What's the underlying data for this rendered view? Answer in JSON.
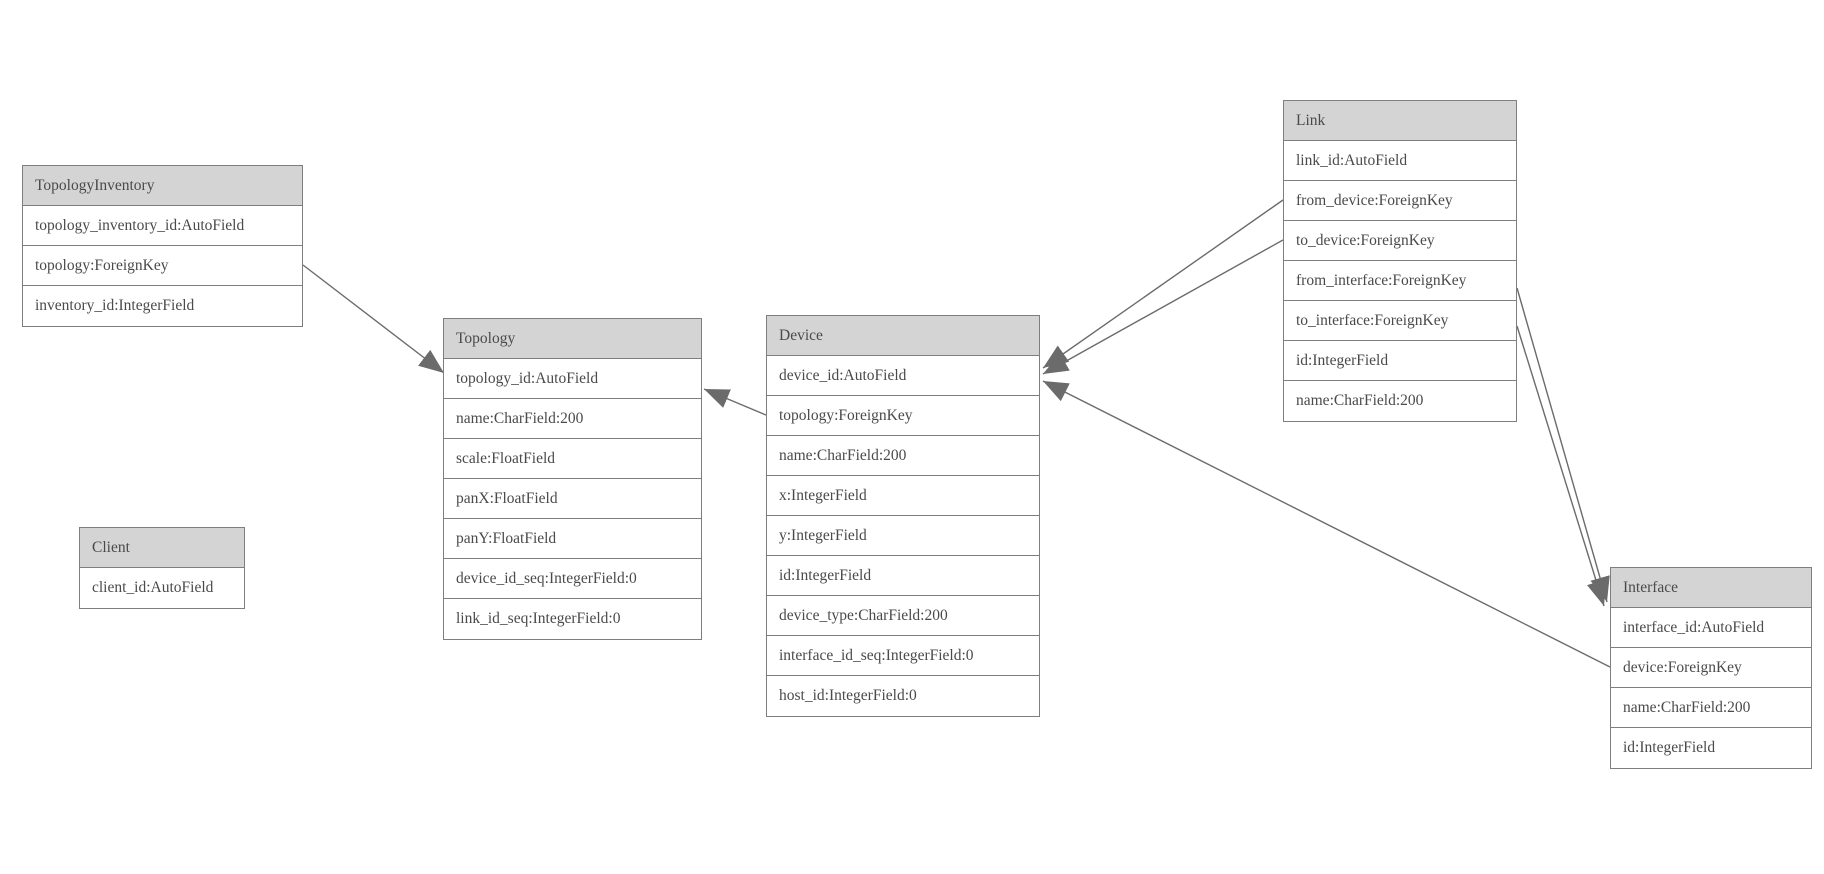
{
  "diagram": {
    "type": "entity-relationship-model-graph",
    "colors": {
      "background": "#ffffff",
      "entity_header_fill": "#d4d4d4",
      "entity_border": "#7e7e7e",
      "text": "#4a4a4a",
      "edge_line": "#6b6b6b",
      "arrowhead_fill": "#6b6b6b"
    },
    "entities": [
      {
        "name": "TopologyInventory",
        "fields": [
          "topology_inventory_id:AutoField",
          "topology:ForeignKey",
          "inventory_id:IntegerField"
        ]
      },
      {
        "name": "Topology",
        "fields": [
          "topology_id:AutoField",
          "name:CharField:200",
          "scale:FloatField",
          "panX:FloatField",
          "panY:FloatField",
          "device_id_seq:IntegerField:0",
          "link_id_seq:IntegerField:0"
        ]
      },
      {
        "name": "Client",
        "fields": [
          "client_id:AutoField"
        ]
      },
      {
        "name": "Device",
        "fields": [
          "device_id:AutoField",
          "topology:ForeignKey",
          "name:CharField:200",
          "x:IntegerField",
          "y:IntegerField",
          "id:IntegerField",
          "device_type:CharField:200",
          "interface_id_seq:IntegerField:0",
          "host_id:IntegerField:0"
        ]
      },
      {
        "name": "Link",
        "fields": [
          "link_id:AutoField",
          "from_device:ForeignKey",
          "to_device:ForeignKey",
          "from_interface:ForeignKey",
          "to_interface:ForeignKey",
          "id:IntegerField",
          "name:CharField:200"
        ]
      },
      {
        "name": "Interface",
        "fields": [
          "interface_id:AutoField",
          "device:ForeignKey",
          "name:CharField:200",
          "id:IntegerField"
        ]
      }
    ],
    "relationships": [
      {
        "from": "TopologyInventory.topology",
        "to": "Topology"
      },
      {
        "from": "Device.topology",
        "to": "Topology"
      },
      {
        "from": "Link.from_device",
        "to": "Device"
      },
      {
        "from": "Link.to_device",
        "to": "Device"
      },
      {
        "from": "Interface.device",
        "to": "Device"
      },
      {
        "from": "Link.from_interface",
        "to": "Interface"
      },
      {
        "from": "Link.to_interface",
        "to": "Interface"
      }
    ]
  }
}
